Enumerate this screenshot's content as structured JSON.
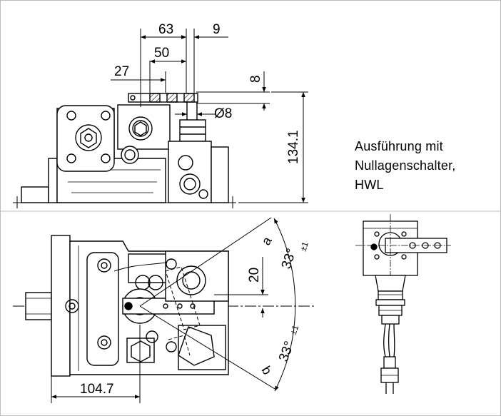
{
  "dimensions": {
    "d63": "63",
    "d9": "9",
    "d50": "50",
    "d27": "27",
    "d8": "8",
    "dia8": "Ø8",
    "d134": "134.1",
    "d20": "20",
    "d104": "104.7",
    "angle_top": "33°",
    "angle_top_tol": "±1",
    "angle_bottom": "33°",
    "angle_bottom_tol": "±1",
    "label_a": "a",
    "label_b": "b"
  },
  "caption": {
    "line1": "Ausführung mit",
    "line2": "Nullagenschalter,",
    "line3": "HWL"
  }
}
